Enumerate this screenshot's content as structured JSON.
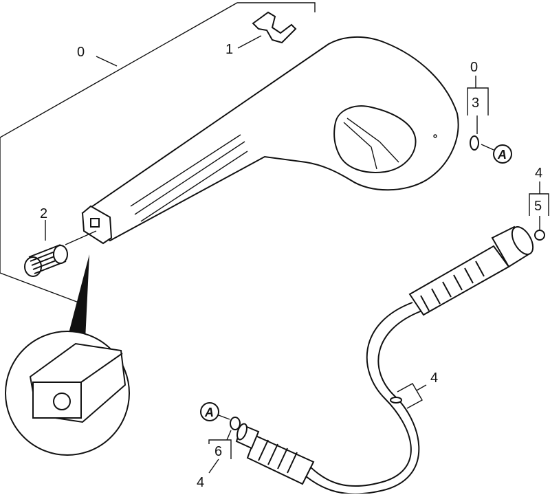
{
  "labels": {
    "housing_assembly": "0",
    "clip": "1",
    "spring": "2",
    "gun_seal_group": "0",
    "gun_seal": "3",
    "hose_right_group": "4",
    "hose_right_seal": "5",
    "hose_mid": "4",
    "hose_left_seal": "6",
    "hose_left_group": "4"
  },
  "callouts": {
    "gun_connection": "A",
    "hose_connection": "A"
  }
}
